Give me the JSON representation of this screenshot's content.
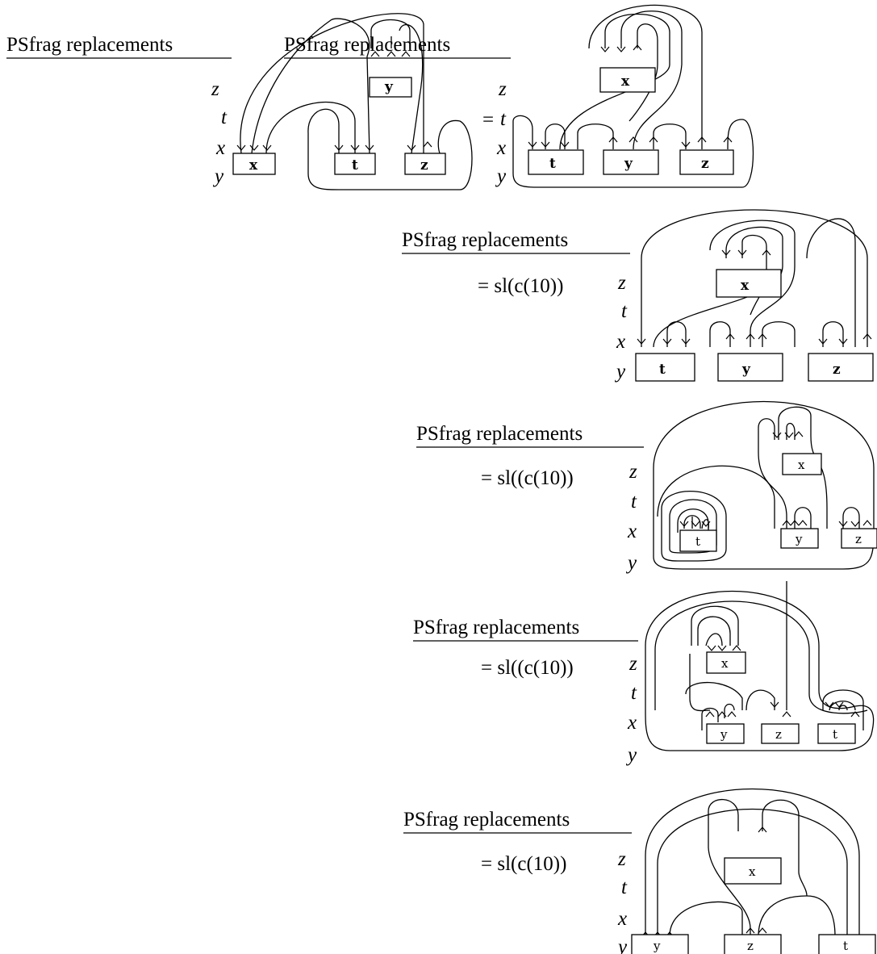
{
  "psfrag_label": "PSfrag replacements",
  "vars": [
    "z",
    "t",
    "x",
    "y"
  ],
  "panels": [
    {
      "id": "p1",
      "equation": "",
      "boxes": [
        "x",
        "t",
        "z",
        "y"
      ]
    },
    {
      "id": "p2",
      "equation": "=",
      "boxes": [
        "t",
        "y",
        "z",
        "x"
      ]
    },
    {
      "id": "p3",
      "equation": "= sl(c(10))",
      "boxes": [
        "t",
        "y",
        "z",
        "x"
      ]
    },
    {
      "id": "p4",
      "equation": "= sl((c(10))",
      "boxes": [
        "t",
        "y",
        "z",
        "x"
      ]
    },
    {
      "id": "p5",
      "equation": "= sl((c(10))",
      "boxes": [
        "y",
        "z",
        "t",
        "x"
      ]
    },
    {
      "id": "p6",
      "equation": "= sl(c(10))",
      "boxes": [
        "y",
        "z",
        "t",
        "x"
      ]
    }
  ]
}
